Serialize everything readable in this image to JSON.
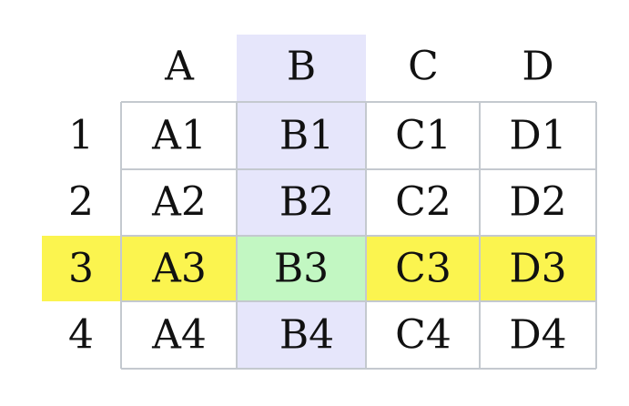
{
  "columns": [
    "A",
    "B",
    "C",
    "D"
  ],
  "rows": [
    {
      "label": "1",
      "cells": [
        "A1",
        "B1",
        "C1",
        "D1"
      ]
    },
    {
      "label": "2",
      "cells": [
        "A2",
        "B2",
        "C2",
        "D2"
      ]
    },
    {
      "label": "3",
      "cells": [
        "A3",
        "B3",
        "C3",
        "D3"
      ]
    },
    {
      "label": "4",
      "cells": [
        "A4",
        "B4",
        "C4",
        "D4"
      ]
    }
  ],
  "highlight": {
    "column": "B",
    "row": "3",
    "column_color": "#e6e6fb",
    "row_color": "#fbf44f",
    "intersection_color": "#c2f7c2"
  },
  "colors": {
    "grid_line": "#c4c9cf",
    "text": "#111111"
  }
}
